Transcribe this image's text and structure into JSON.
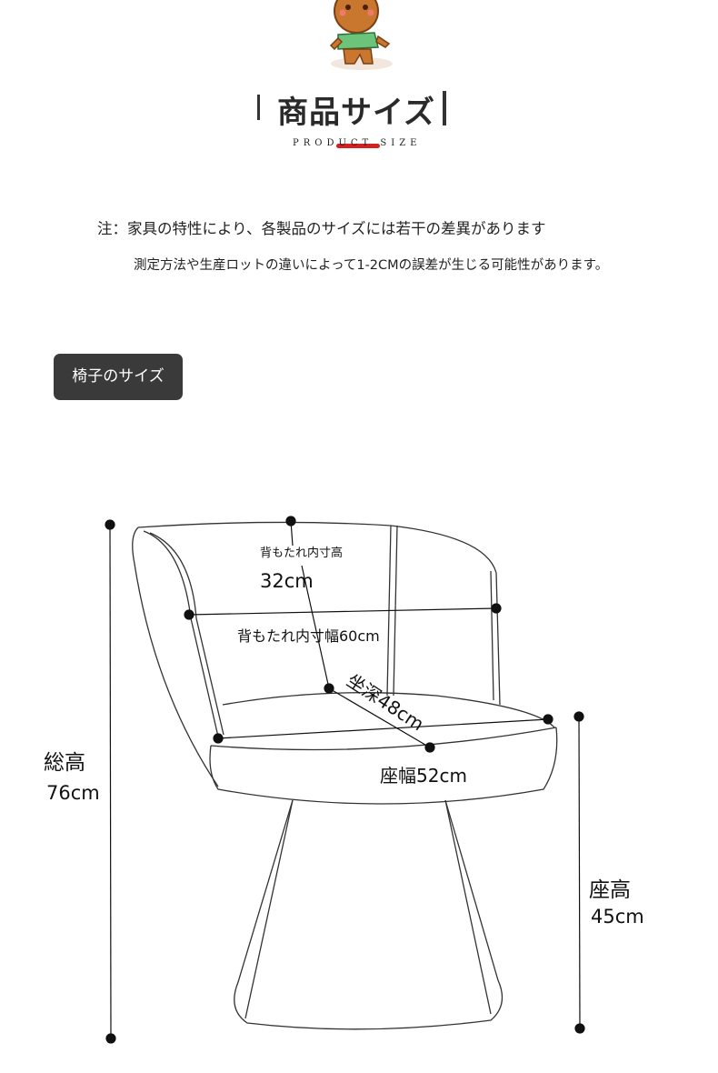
{
  "header": {
    "title": "商品サイズ",
    "subtitle": "PRODUCT SIZE",
    "mascot": "mascot-character-icon"
  },
  "notes": {
    "line1": "注：家具の特性により、各製品のサイズには若干の差異があります",
    "line2": "測定方法や生産ロットの違いによって1-2CMの誤差が生じる可能性があります。"
  },
  "section_tag": "椅子のサイズ",
  "dimensions": {
    "back_height_label": "背もたれ内寸高",
    "back_height_value": "32cm",
    "back_width": "背もたれ内寸幅60cm",
    "seat_depth": "坐深48cm",
    "seat_width": "座幅52cm",
    "total_height_label": "総高",
    "total_height_value": "76cm",
    "seat_height_label": "座高",
    "seat_height_value": "45cm"
  },
  "colors": {
    "accent_red": "#d32020",
    "tag_bg": "#3a3a3a"
  }
}
